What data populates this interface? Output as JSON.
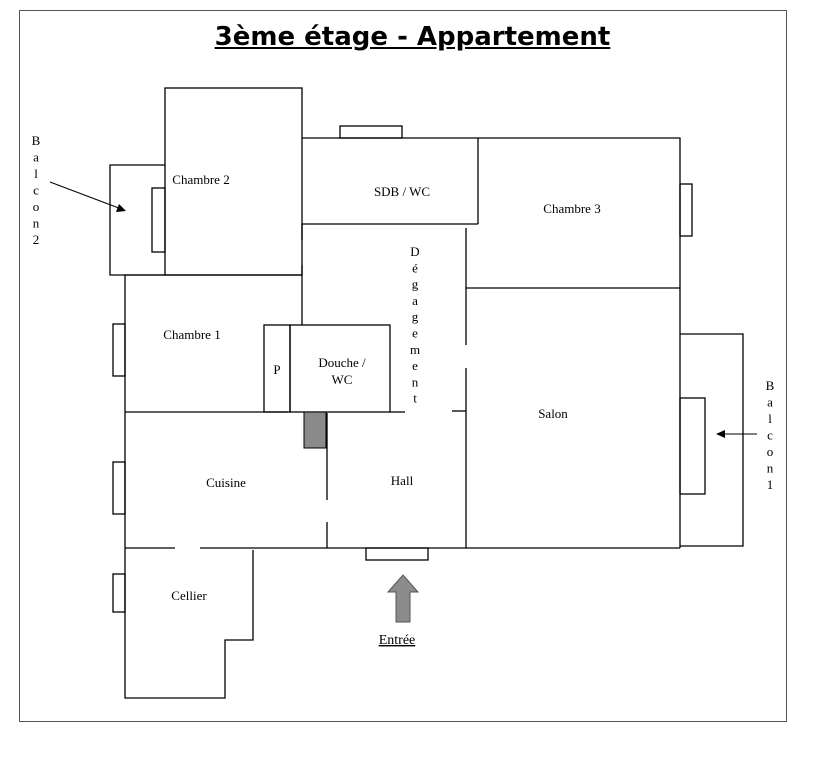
{
  "title": "3ème étage - Appartement",
  "rooms": {
    "chambre2": "Chambre 2",
    "sdb_wc": "SDB / WC",
    "chambre3": "Chambre 3",
    "chambre1": "Chambre 1",
    "placard": "P",
    "douche_wc_line1": "Douche /",
    "douche_wc_line2": "WC",
    "degagement": [
      "D",
      "é",
      "g",
      "a",
      "g",
      "e",
      "m",
      "e",
      "n",
      "t"
    ],
    "salon": "Salon",
    "cuisine": "Cuisine",
    "hall": "Hall",
    "cellier": "Cellier"
  },
  "balcon1": [
    "B",
    "a",
    "l",
    "c",
    "o",
    "n",
    "1"
  ],
  "balcon2": [
    "B",
    "a",
    "l",
    "c",
    "o",
    "n",
    "2"
  ],
  "entree": "Entrée",
  "colors": {
    "wall": "#000000",
    "fill_gray": "#8a8a8a",
    "arrow_gray": "#8c8c8c"
  }
}
